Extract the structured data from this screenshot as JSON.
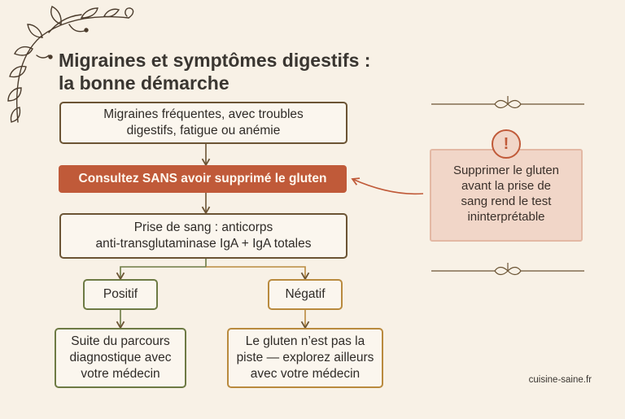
{
  "title_line1": "Migraines et symptômes digestifs :",
  "title_line2": "la bonne démarche",
  "steps": {
    "start": {
      "line1": "Migraines fréquentes, avec troubles",
      "line2": "digestifs, fatigue ou anémie"
    },
    "consult": "Consultez SANS avoir supprimé le gluten",
    "test": {
      "line1": "Prise de sang : anticorps",
      "line2": "anti-transglutaminase IgA + IgA totales"
    },
    "positive_label": "Positif",
    "negative_label": "Négatif",
    "positive_result": {
      "line1": "Suite du parcours",
      "line2": "diagnostique avec",
      "line3": "votre médecin"
    },
    "negative_result": {
      "line1": "Le gluten n’est pas la",
      "line2": "piste — explorez ailleurs",
      "line3": "avec votre médecin"
    }
  },
  "warning": {
    "icon": "!",
    "line1": "Supprimer le gluten",
    "line2": "avant la prise de",
    "line3": "sang rend le test",
    "line4": "ininterprétable"
  },
  "footer": "cuisine-saine.fr",
  "colors": {
    "background": "#f8f1e6",
    "box_border": "#6b5434",
    "consult_fill": "#c05a39",
    "positive": "#6d7a44",
    "negative": "#b98a3e",
    "warning_fill": "#f1d6c8",
    "warning_accent": "#c05a39"
  }
}
